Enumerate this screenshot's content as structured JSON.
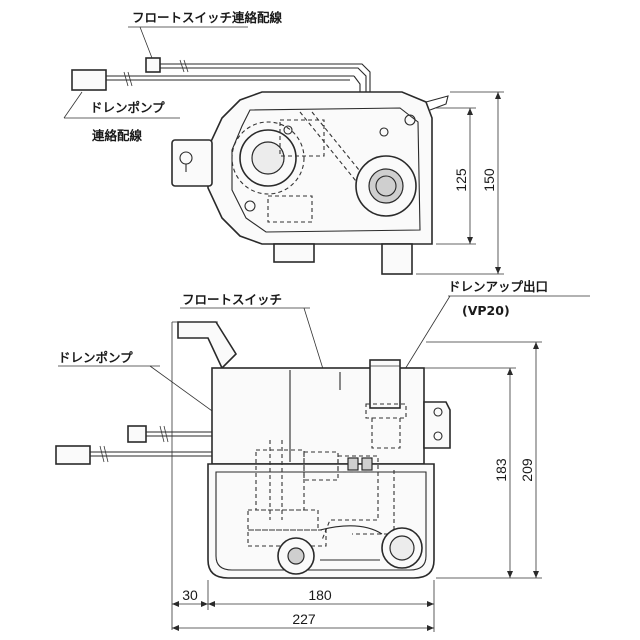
{
  "top_view": {
    "float_switch_wiring": "フロートスイッチ連絡配線",
    "drain_pump": "ドレンポンプ",
    "wiring": "連絡配線",
    "dim_125": "125",
    "dim_150": "150"
  },
  "front_view": {
    "float_switch": "フロートスイッチ",
    "drain_up_outlet": "ドレンアップ出口",
    "vp20": "(VP20)",
    "drain_pump": "ドレンポンプ",
    "dim_183": "183",
    "dim_209": "209",
    "dim_30": "30",
    "dim_180": "180",
    "dim_227": "227"
  },
  "colors": {
    "line": "#2a2a2a",
    "background": "#ffffff"
  }
}
